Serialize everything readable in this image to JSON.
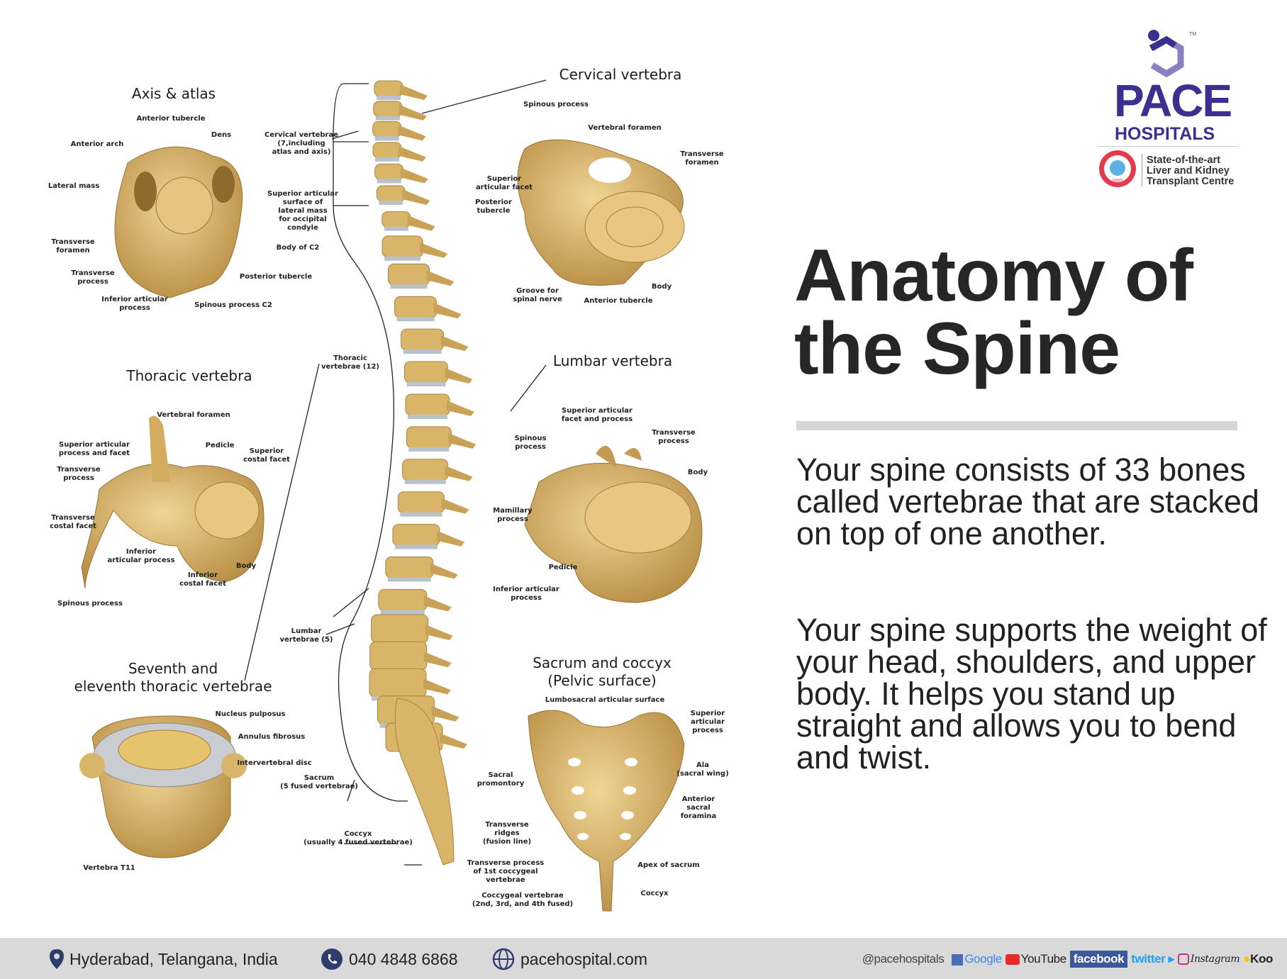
{
  "headline": {
    "line1": "Anatomy of",
    "line2": "the Spine"
  },
  "paragraphs": [
    "Your spine consists of 33 bones called vertebrae that are stacked on top of one another.",
    "Your spine supports the weight of your head, shoulders, and upper body. It helps you stand up straight and allows you to bend and twist."
  ],
  "logo": {
    "name": "PACE",
    "sub": "HOSPITALS",
    "tm": "TM",
    "tagline": "State-of-the-art\nLiver and Kidney\nTransplant Centre",
    "badge": "NABH",
    "brand_color": "#3b2f8f"
  },
  "section_titles": {
    "axis_atlas": "Axis & atlas",
    "cervical": "Cervical vertebra",
    "thoracic": "Thoracic vertebra",
    "lumbar": "Lumbar vertebra",
    "seventh": "Seventh and\neleventh thoracic vertebrae",
    "sacrum": "Sacrum and coccyx\n(Pelvic surface)"
  },
  "labels": {
    "axis": [
      "Anterior tubercle",
      "Dens",
      "Anterior arch",
      "Cervical vertebrae\n(7,including\natlas and axis)",
      "Lateral mass",
      "Superior articular\nsurface of\nlateral mass\nfor occipital\ncondyle",
      "Transverse\nforamen",
      "Body of C2",
      "Transverse\nprocess",
      "Posterior tubercle",
      "Inferior articular\nprocess",
      "Spinous process C2"
    ],
    "cervical": [
      "Spinous process",
      "Vertebral foramen",
      "Transverse\nforamen",
      "Superior\narticular facet",
      "Posterior\ntubercle",
      "Groove for\nspinal nerve",
      "Anterior tubercle",
      "Body"
    ],
    "thoracic": [
      "Thoracic\nvertebrae (12)",
      "Vertebral foramen",
      "Superior articular\nprocess and facet",
      "Pedicle",
      "Superior\ncostal facet",
      "Transverse\nprocess",
      "Transverse\ncostal facet",
      "Inferior\narticular process",
      "Body",
      "Inferior\ncostal facet",
      "Spinous process"
    ],
    "lumbar": [
      "Superior articular\nfacet and process",
      "Transverse\nprocess",
      "Spinous\nprocess",
      "Body",
      "Mamillary\nprocess",
      "Pedicle",
      "Inferior articular\nprocess",
      "Lumbar\nvertebrae (5)"
    ],
    "disc": [
      "Nucleus pulposus",
      "Annulus fibrosus",
      "Intervertebral disc",
      "Sacrum\n(5 fused vertebrae)",
      "Coccyx\n(usually 4 fused vertebrae)",
      "Vertebra T11"
    ],
    "sacrum": [
      "Lumbosacral articular surface",
      "Superior\narticular\nprocess",
      "Ala\n(sacral wing)",
      "Sacral\npromontory",
      "Anterior\nsacral\nforamina",
      "Transverse\nridges\n(fusion line)",
      "Transverse process\nof 1st coccygeal\nvertebrae",
      "Apex of sacrum",
      "Coccyx",
      "Coccygeal vertebrae\n(2nd, 3rd, and 4th fused)"
    ]
  },
  "colors": {
    "bone": "#d9b56a",
    "bone_dark": "#a9823a",
    "disc": "#b9c2cc",
    "footer_bg": "#d9d9d9",
    "icon_blue": "#2e3d6b"
  },
  "footer": {
    "location": "Hyderabad, Telangana, India",
    "phone": "040 4848 6868",
    "website": "pacehospital.com",
    "handle": "@pacehospitals",
    "socials": [
      "Google",
      "YouTube",
      "facebook",
      "twitter",
      "Instagram",
      "Koo"
    ]
  }
}
